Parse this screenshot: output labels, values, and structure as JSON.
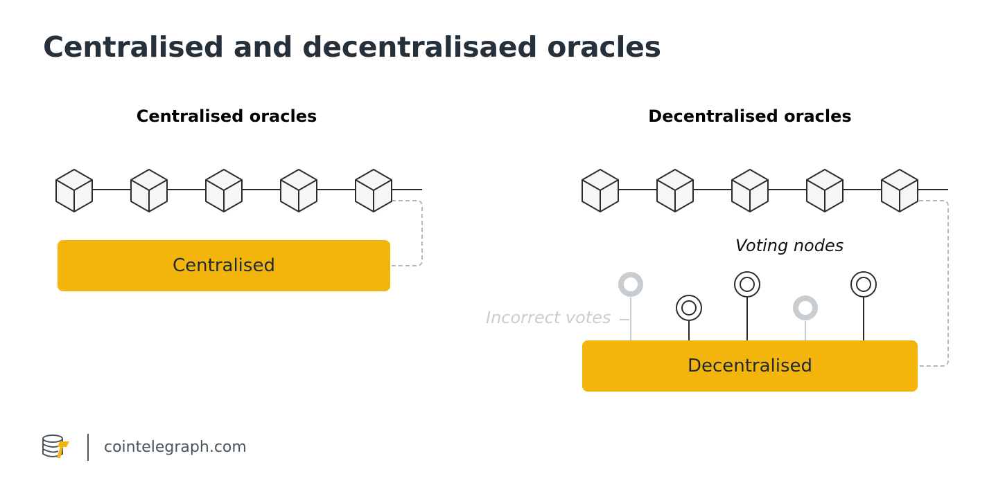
{
  "title": "Centralised and decentralisaed oracles",
  "left": {
    "heading": "Centralised oracles",
    "box_label": "Centralised",
    "block_count": 5
  },
  "right": {
    "heading": "Decentralised oracles",
    "box_label": "Decentralised",
    "block_count": 5,
    "voting_label": "Voting nodes",
    "incorrect_label": "Incorrect votes",
    "nodes": [
      {
        "correct": false
      },
      {
        "correct": true
      },
      {
        "correct": true
      },
      {
        "correct": false
      },
      {
        "correct": true
      }
    ]
  },
  "footer": {
    "brand": "cointelegraph.com",
    "logo_icon": "cointelegraph-logo-icon"
  },
  "colors": {
    "accent": "#f3b50c",
    "title": "#25303a",
    "line": "#2b2b2b",
    "dashed": "#a9b7bf",
    "incorrect": "#c8cdd1"
  }
}
